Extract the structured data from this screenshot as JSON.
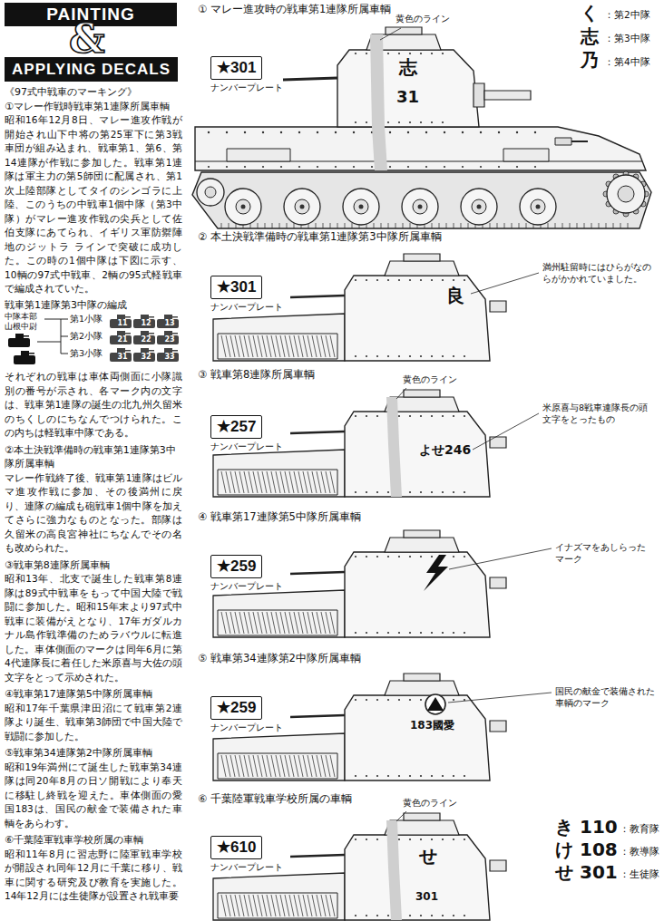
{
  "diagram": {
    "nodes": [
      {
        "text": [
          "PAINTING"
        ]
      },
      {
        "text": [
          "APPLYING DECALS"
        ]
      },
      {
        "text": [
          "11"
        ]
      },
      {
        "text": [
          "12"
        ]
      },
      {
        "text": [
          "13"
        ]
      },
      {
        "text": [
          "21"
        ]
      },
      {
        "text": [
          "22"
        ]
      },
      {
        "text": [
          "23"
        ]
      },
      {
        "text": [
          "31"
        ]
      },
      {
        "text": [
          "32"
        ]
      },
      {
        "text": [
          "33"
        ]
      },
      {
        "text": [
          "★301",
          "ナンバープレート"
        ]
      },
      {
        "text": [
          "★301",
          "ナンバープレート"
        ]
      },
      {
        "text": [
          "★257",
          "ナンバープレート"
        ]
      },
      {
        "text": [
          "★259",
          "ナンバープレート"
        ]
      },
      {
        "text": [
          "★259",
          "ナンバープレート"
        ]
      },
      {
        "text": [
          "★610",
          "ナンバープレート"
        ]
      }
    ],
    "labels": [
      "&",
      "《97式中戦車のマーキング》",
      "①マレー作戦時戦車第1連隊所属車輌",
      "昭和16年12月8日、マレー進攻作戦が開始され山下中将の第25軍下に第3戦車団が組み込まれ、戦車第1、第6、第14連隊が作戦に参加した。戦車第1連隊は軍主力の第5師団に配属され、第1次上陸部隊としてタイのシンゴラに上陸、このうちの中戦車1個中隊（第3中隊）がマレー進攻作戦の尖兵として佐伯支隊にあてられ、イギリス軍防禦陣地のジットラ ラインで突破に成功した。この時の1個中隊は下図に示す、10輌の97式中戦車、2輌の95式軽戦車で編成されていた。",
      "戦車第1連隊第3中隊の編成",
      "中隊本部 山根中尉",
      "第1小隊",
      "第2小隊",
      "第3小隊",
      "それぞれの戦車は車体両側面に小隊識別の番号が示され、各マーク内の文字は、戦車第1連隊の誕生の北九州久留米のちくしのにちなんでつけられた。この内ちは軽戦車中隊である。",
      "②本土決戦準備時の戦車第1連隊第3中隊所属車輌",
      "マレー作戦終了後、戦車第1連隊はビルマ進攻作戦に参加、その後満州に戻り、連隊の編成も砲戦車1個中隊を加えてさらに強力なものとなった。部隊は久留米の高良宮神社にちなんでその名も改められた。",
      "③戦車第8連隊所属車輌",
      "昭和13年、北支で誕生した戦車第8連隊は89式中戦車をもって中国大陸で戦闘に参加した。昭和15年末より97式中戦車に装備がえとなり、17年ガダルカナル島作戦準備のためラバウルに転進した。車体側面のマークは同年6月に第4代連隊長に着任した米原喜与大佐の頭文字をとって示めされた。",
      "④戦車第17連隊第5中隊所属車輌",
      "昭和17年千葉県津田沼にて戦車第2連隊より誕生、戦車第3師団で中国大陸で戦闘に参加した。",
      "⑤戦車第34連隊第2中隊所属車輌",
      "昭和19年満州にて誕生した戦車第34連隊は同20年8月の日ソ開戦により奉天に移駐し終戦を迎えた。車体側面の愛国183は、国民の献金で装備された車輌をあらわす。",
      "⑥千葉陸軍戦車学校所属の車輌",
      "昭和11年8月に習志野に陸軍戦車学校が開設され同年12月に千葉に移り、戦車に関する研究及び教育を実施した。14年12月には生徒隊が設置され戦車要",
      "① マレー進攻時の戦車第1連隊所属車輌",
      "黄色のライン",
      "く",
      "：第2中隊",
      "志",
      "：第3中隊",
      "乃",
      "：第4中隊",
      "志",
      "31",
      "② 本土決戦準備時の戦車第1連隊第3中隊所属車輌",
      "満州駐留時にはひらがなのらがかかれていました。",
      "良",
      "③ 戦車第8連隊所属車輌",
      "黄色のライン",
      "米原喜与8戦車連隊長の頭文字をとったもの",
      "よせ246",
      "④ 戦車第17連隊第5中隊所属車輌",
      "イナズマをあしらったマーク",
      "⑤ 戦車第34連隊第2中隊所属車輌",
      "国民の献金で装備された車輌のマーク",
      "183國愛",
      "⑥ 千葉陸軍戦車学校所属の車輌",
      "黄色のライン",
      "き 110",
      "：教育隊",
      "け 108",
      "：教導隊",
      "せ 301",
      "：生徒隊",
      "せ",
      "301"
    ]
  }
}
